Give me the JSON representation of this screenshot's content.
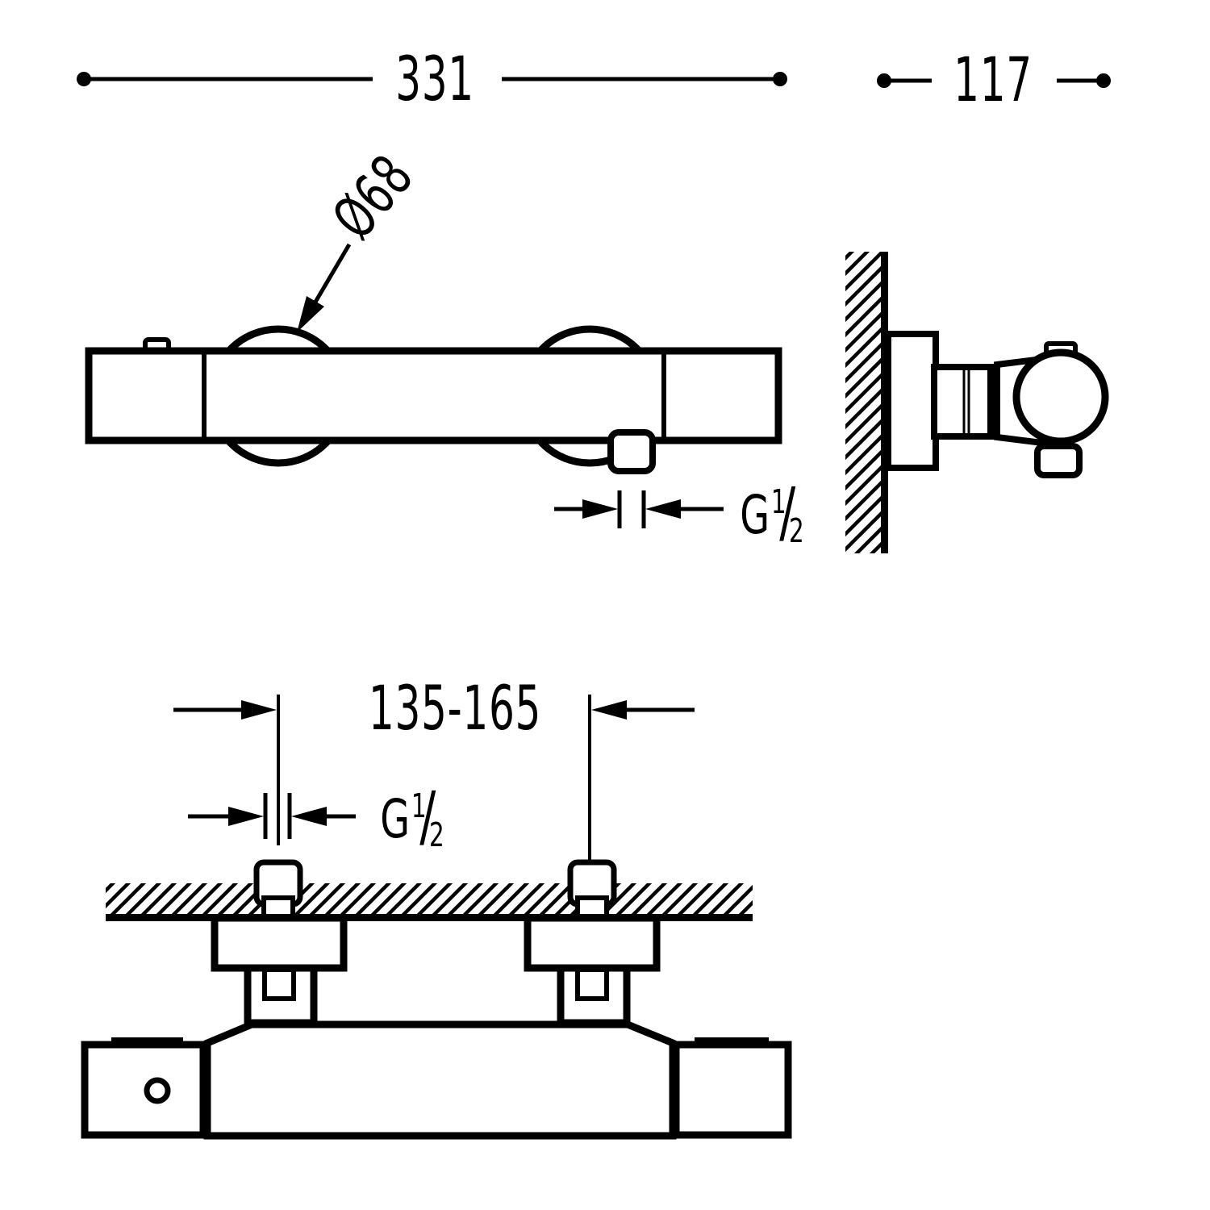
{
  "drawing": {
    "type": "technical-installation-drawing",
    "colors": {
      "line": "#000000",
      "background": "#ffffff"
    },
    "front_view": {
      "overall_width_dim": "331",
      "escutcheon_diameter_dim": "Ø68",
      "outlet_thread": {
        "prefix": "G",
        "numerator": "1",
        "slash": "∕",
        "denominator": "2"
      }
    },
    "side_view": {
      "depth_dim": "117"
    },
    "plan_view": {
      "inlet_spacing_dim": "135-165",
      "inlet_thread": {
        "prefix": "G",
        "numerator": "1",
        "slash": "∕",
        "denominator": "2"
      }
    }
  }
}
